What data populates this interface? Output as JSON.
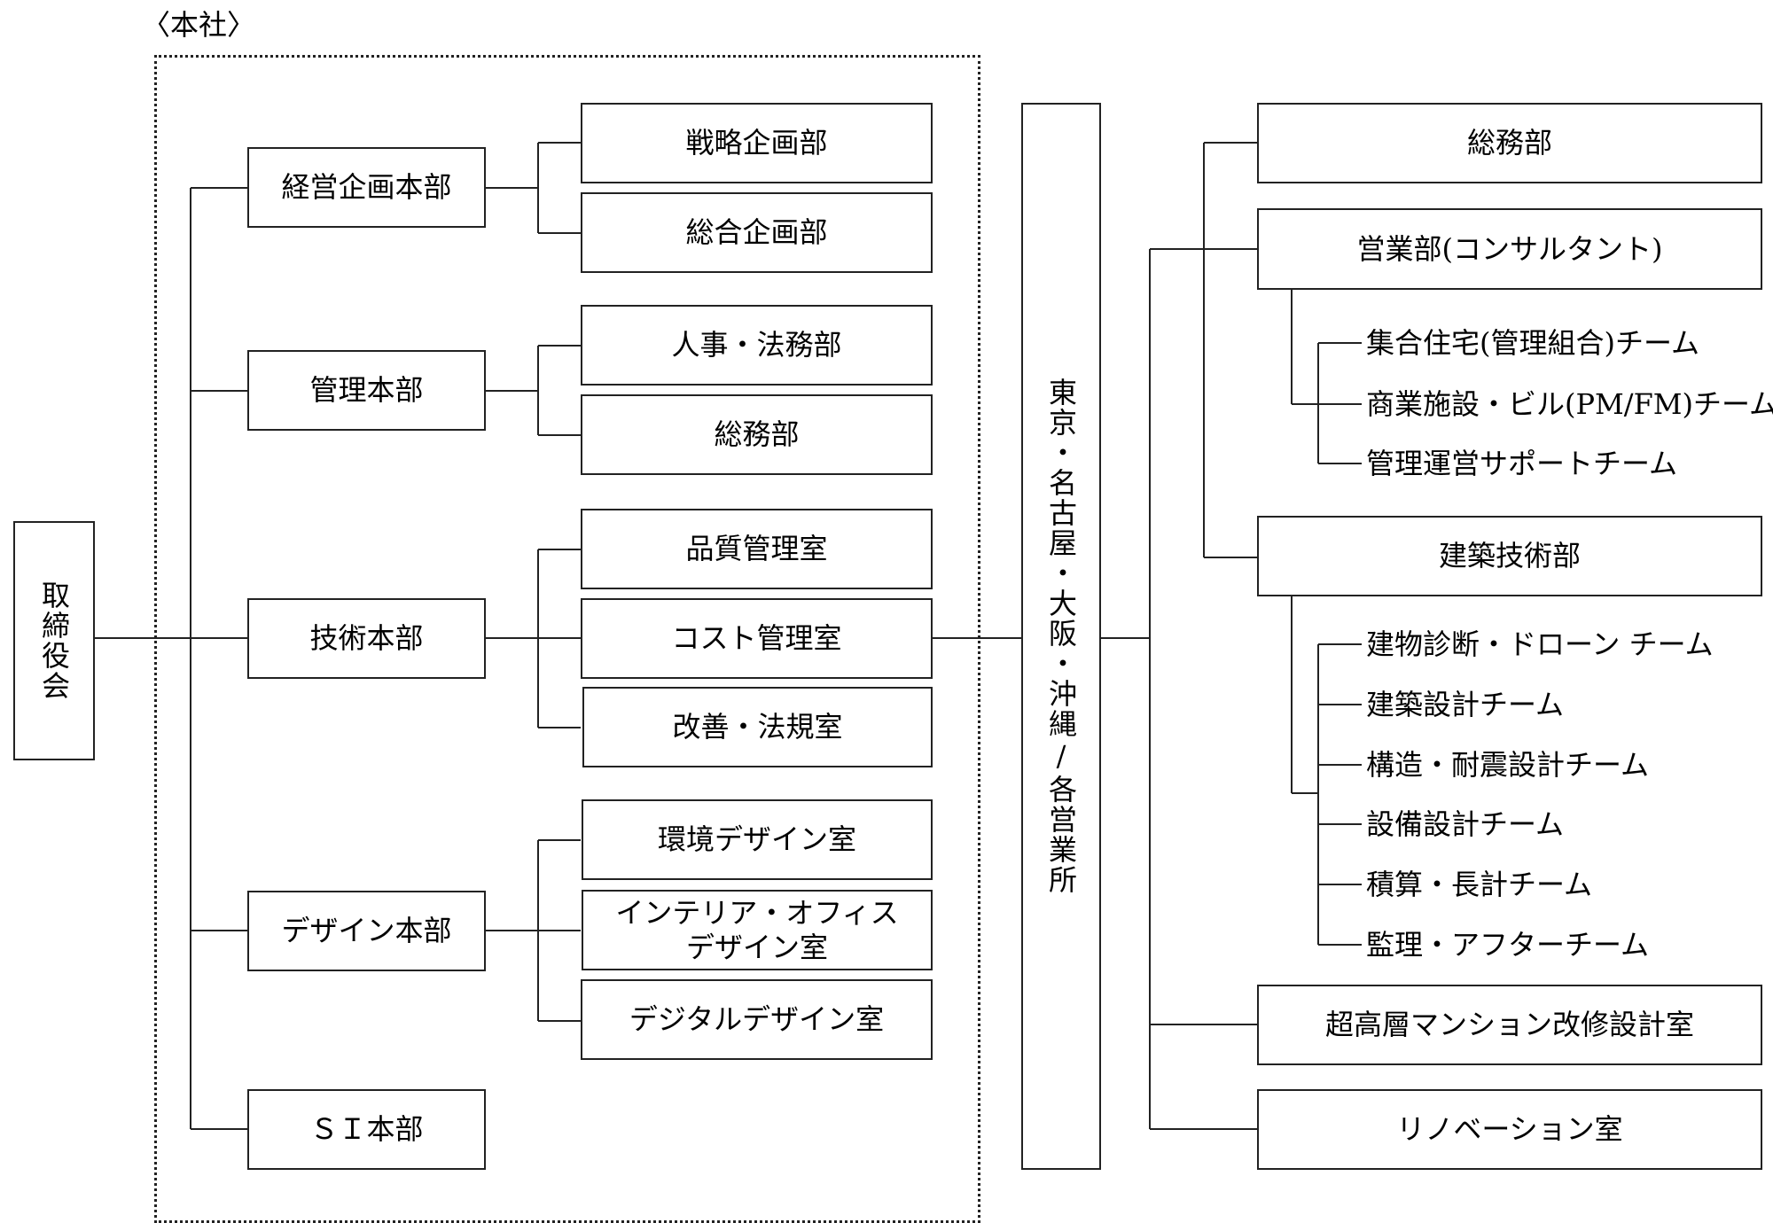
{
  "board": "取締役会",
  "hq": {
    "label": "〈本社〉",
    "divisions": [
      {
        "name": "経営企画本部",
        "departments": [
          "戦略企画部",
          "総合企画部"
        ]
      },
      {
        "name": "管理本部",
        "departments": [
          "人事・法務部",
          "総務部"
        ]
      },
      {
        "name": "技術本部",
        "departments": [
          "品質管理室",
          "コスト管理室",
          "改善・法規室"
        ]
      },
      {
        "name": "デザイン本部",
        "departments": [
          "環境デザイン室",
          "インテリア・オフィス\nデザイン室",
          "デジタルデザイン室"
        ]
      },
      {
        "name": "ＳＩ本部",
        "departments": []
      }
    ]
  },
  "branch": "東京・名古屋・大阪・沖縄/各営業所",
  "branch_departments": {
    "general_affairs": "総務部",
    "sales": {
      "name": "営業部(コンサルタント)",
      "teams": [
        "集合住宅(管理組合)チーム",
        "商業施設・ビル(PM/FM)チーム",
        "管理運営サポートチーム"
      ]
    },
    "architecture": {
      "name": "建築技術部",
      "teams": [
        "建物診断・ドローン チーム",
        "建築設計チーム",
        "構造・耐震設計チーム",
        "設備設計チーム",
        "積算・長計チーム",
        "監理・アフターチーム"
      ]
    },
    "highrise": "超高層マンション改修設計室",
    "renovation": "リノベーション室"
  }
}
